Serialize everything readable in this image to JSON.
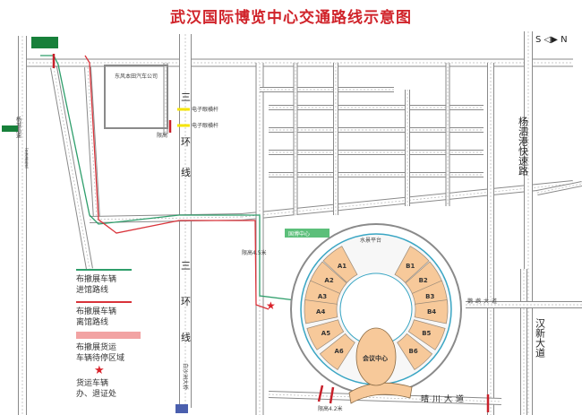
{
  "title": "武汉国际博览中心交通路线示意图",
  "compass": {
    "south": "S",
    "north": "N"
  },
  "legend": [
    {
      "label": "布撤展车辆进馆路线",
      "line1": "布撤展车辆",
      "line2": "进馆路线",
      "color": "#2e9e6b"
    },
    {
      "label": "布撤展车辆离馆路线",
      "line1": "布撤展车辆",
      "line2": "离馆路线",
      "color": "#d9333a"
    },
    {
      "label": "布撤展货运车辆待停区域",
      "line1": "布撤展货运",
      "line2": "车辆待停区域",
      "color": "#f2a3a3"
    },
    {
      "label": "货运车辆办、退证处",
      "line1": "货运车辆",
      "line2": "办、退证处",
      "color": "#d9222a"
    }
  ],
  "roads": {
    "sanhuan_1": "三",
    "sanhuan_2": "环",
    "sanhuan_3": "线",
    "sanhuan_lower_1": "三",
    "sanhuan_lower_2": "环",
    "sanhuan_lower_3": "线",
    "baishazhou": "白沙洲大桥",
    "yangsigang": "杨泗港快速路",
    "hanxin": "汉新大道",
    "yingwu": "鹦鹉大道",
    "qingchuan": "晴川大道",
    "left_highway": "杨城高速",
    "left_highway_sub": "(京港澳高速)"
  },
  "places": {
    "dongfeng": "东风本田汽车公司",
    "camera_1": "电子眼横杆",
    "camera_2": "电子眼横杆",
    "height_limit": "限高",
    "height_limit_45": "限高4.5米",
    "height_limit_42": "限高4.2米",
    "water_platform": "水景平台",
    "conference": "会议中心",
    "guobo": "国博中心"
  },
  "halls": {
    "A": [
      "A1",
      "A2",
      "A3",
      "A4",
      "A5",
      "A6"
    ],
    "B": [
      "B1",
      "B2",
      "B3",
      "B4",
      "B5",
      "B6"
    ]
  },
  "colors": {
    "title": "#d0232a",
    "hall": "#f7c99a",
    "entry_route": "#2e9e6b",
    "exit_route": "#d9333a",
    "waiting_area": "#f2a3a3",
    "complex_outline": "#3aa6c4"
  }
}
